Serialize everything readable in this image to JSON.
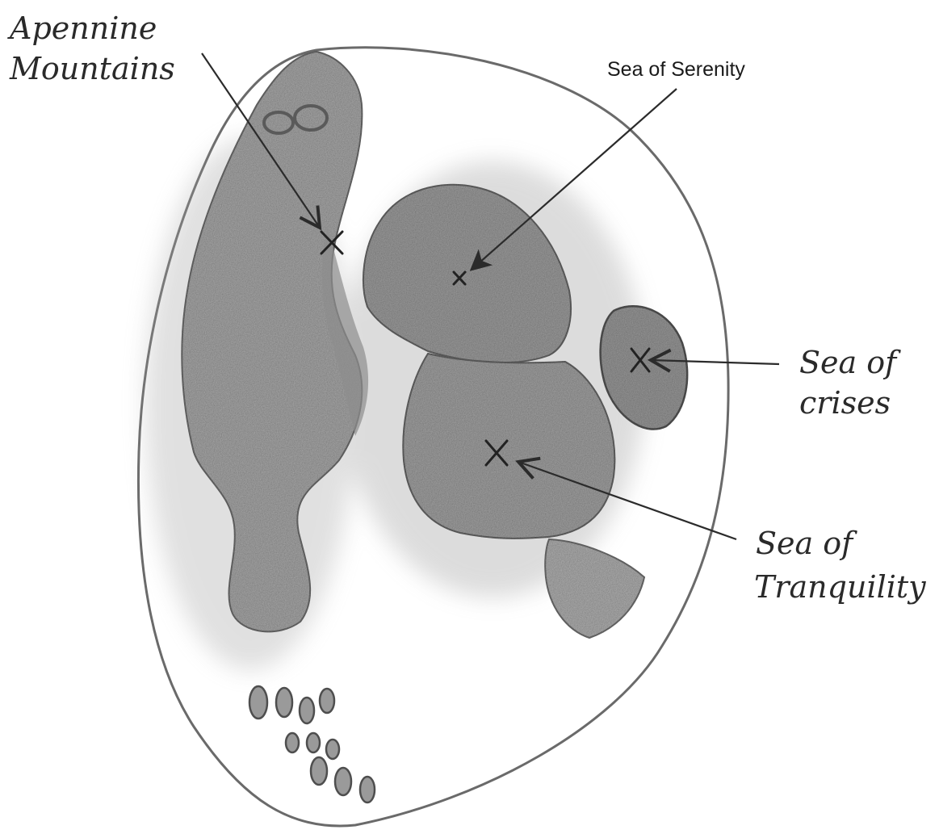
{
  "labels": {
    "apennine_line1": "Apennine",
    "apennine_line2": "Mountains",
    "serenity": "Sea of Serenity",
    "crises_line1": "Sea of",
    "crises_line2": "crises",
    "tranquility_line1": "Sea of",
    "tranquility_line2": "Tranquility"
  },
  "colors": {
    "outline": "#555555",
    "mare_fill": "#9a9a9a",
    "mare_dark": "#7e7e7e",
    "highland_fill": "#b4b4b4",
    "arrow": "#2b2b2b",
    "marker": "#222222"
  }
}
